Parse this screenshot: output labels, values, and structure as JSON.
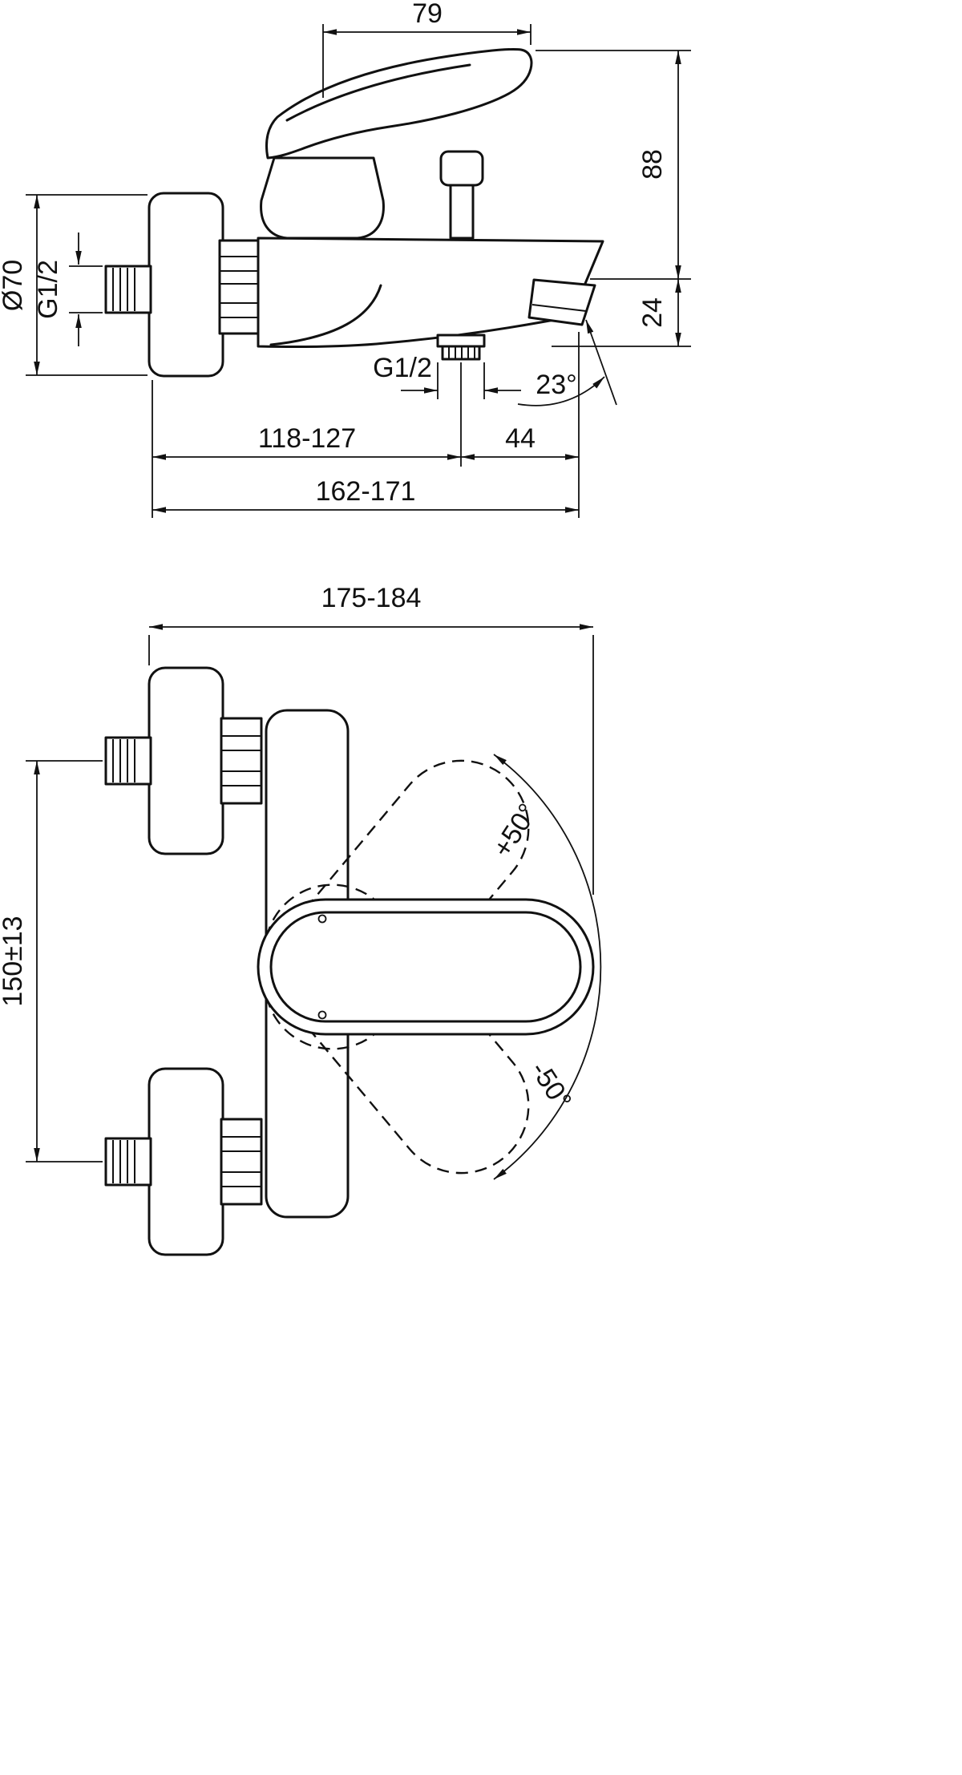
{
  "meta": {
    "background": "#ffffff",
    "line_color": "#111111"
  },
  "side_view": {
    "dims": {
      "handle_length": "79",
      "body_height": "88",
      "spout_height": "24",
      "flange_diameter": "Ø70",
      "inlet_thread": "G1/2",
      "outlet_thread": "G1/2",
      "spout_angle": "23°",
      "wall_to_outlet": "118-127",
      "outlet_to_spout": "44",
      "wall_to_spout": "162-171"
    }
  },
  "plan_view": {
    "dims": {
      "overall_depth": "175-184",
      "inlet_spacing": "150±13",
      "swing_plus": "+50°",
      "swing_minus": "-50°"
    }
  }
}
